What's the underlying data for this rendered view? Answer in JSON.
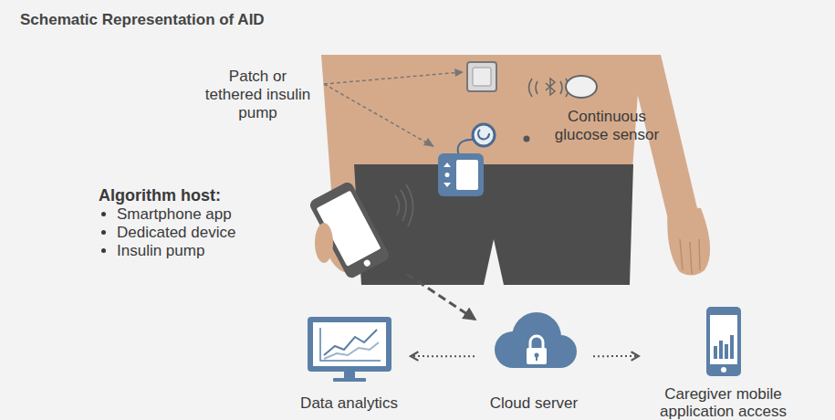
{
  "diagram": {
    "title": "Schematic Representation of AID",
    "nodes": [
      {
        "text": [
          "Algorithm host:",
          "Smartphone app",
          "Dedicated device",
          "Insulin pump"
        ]
      },
      {
        "text": [
          "Data analytics"
        ]
      },
      {
        "text": [
          "Cloud server"
        ]
      },
      {
        "text": [
          "Caregiver mobile application access"
        ]
      }
    ],
    "edges": [
      {
        "from": 0,
        "to": 2,
        "arrow": "to"
      },
      {
        "from": 2,
        "to": 1,
        "arrow": "to"
      },
      {
        "from": 2,
        "to": 3,
        "arrow": "to"
      }
    ],
    "labels": [
      "Patch or tethered insulin pump",
      "Continuous glucose sensor"
    ]
  }
}
